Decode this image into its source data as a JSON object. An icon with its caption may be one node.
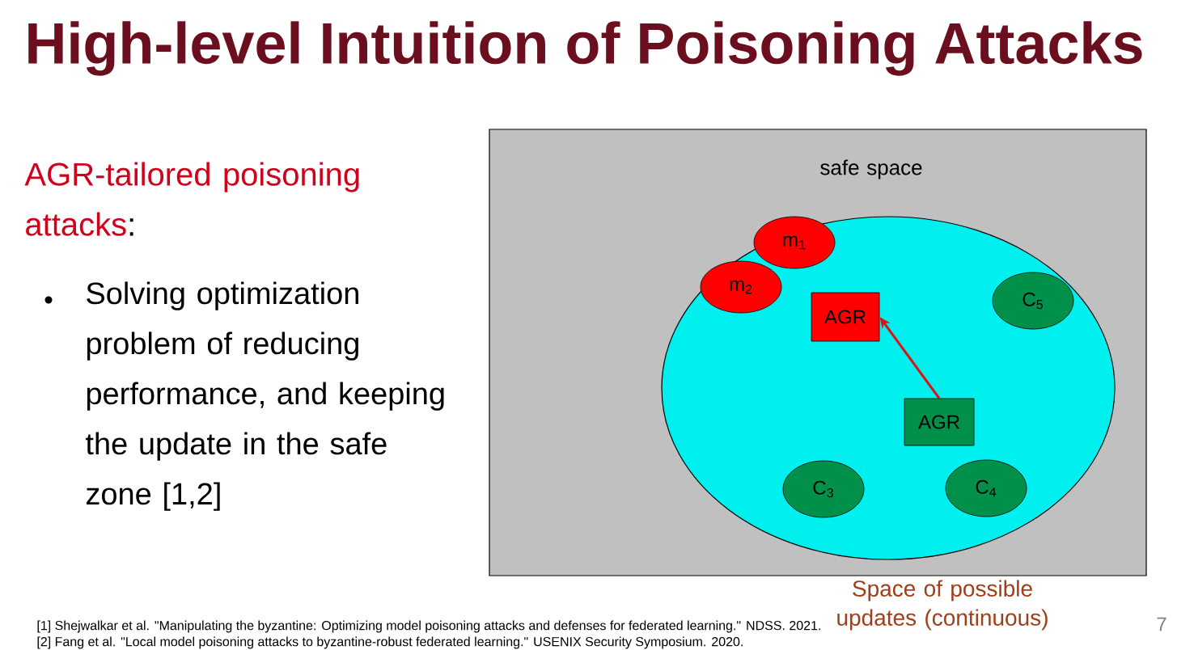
{
  "diagram": {
    "title": "High-level Intuition of Poisoning Attacks",
    "nodes": [
      {
        "text": [
          "Space of possible updates (continuous)"
        ]
      },
      {
        "text": [
          "safe space"
        ],
        "in": 0
      },
      {
        "text": [
          "m$_{1}$"
        ],
        "in": 1
      },
      {
        "text": [
          "m$_{2}$"
        ],
        "in": 1
      },
      {
        "text": [
          "AGR"
        ],
        "in": 1
      },
      {
        "text": [
          "C$_{5}$"
        ],
        "in": 1
      },
      {
        "text": [
          "AGR"
        ],
        "in": 1
      },
      {
        "text": [
          "C$_{3}$"
        ],
        "in": 1
      },
      {
        "text": [
          "C$_{4}$"
        ],
        "in": 1
      }
    ],
    "edges": [
      {
        "from": 6,
        "to": 4,
        "arrow": "to",
        "color": "#e01010"
      }
    ],
    "labels": [
      "AGR-tailored poisoning attacks",
      ":",
      "Solving optimization problem of reducing performance, and keeping the update in the safe zone [1,2]",
      "[1] Shejwalkar et al. \"Manipulating the byzantine: Optimizing model poisoning attacks and defenses for federated learning.\" NDSS. 2021.",
      "[2] Fang et al. \"Local model poisoning attacks to byzantine-robust federated learning.\" USENIX Security Symposium. 2020.",
      "7"
    ]
  }
}
